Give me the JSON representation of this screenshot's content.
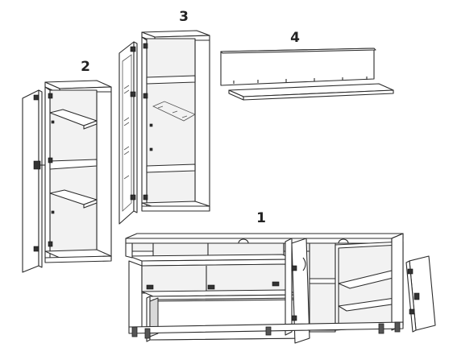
{
  "labels": {
    "unit_1": "1",
    "unit_2": "2",
    "unit_3": "3",
    "unit_4": "4"
  },
  "colors": {
    "line": "#2b2b2b",
    "fill": "#ffffff",
    "hardware": "#333333"
  }
}
